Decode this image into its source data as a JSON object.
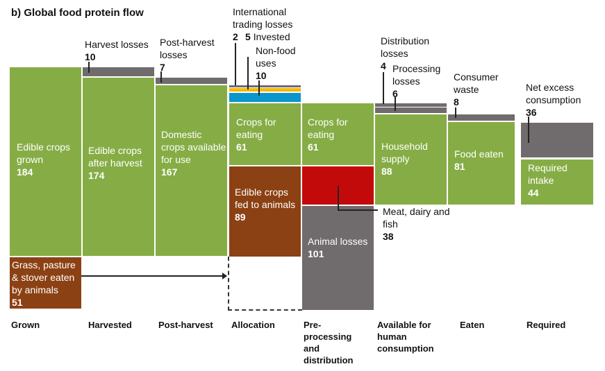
{
  "title": "b) Global food protein flow",
  "colors": {
    "edible": "#86ad45",
    "animal_feed": "#8b4113",
    "loss": "#706b6c",
    "meat": "#c30a0a",
    "invested": "#f5b80c",
    "non_food": "#0a95cd"
  },
  "stages": [
    "Grown",
    "Harvested",
    "Post-harvest",
    "Allocation",
    "Pre-processing and distribution",
    "Available for human consumption",
    "Eaten",
    "Required"
  ],
  "blocks": {
    "edible_grown": {
      "label": "Edible crops grown",
      "value": "184"
    },
    "grass": {
      "label": "Grass, pasture & stover eaten by animals",
      "value": "51"
    },
    "after_harvest": {
      "label": "Edible crops after harvest",
      "value": "174"
    },
    "harvest_losses": {
      "label": "Harvest losses",
      "value": "10"
    },
    "domestic": {
      "label": "Domestic crops available for use",
      "value": "167"
    },
    "post_harvest_losses": {
      "label": "Post-harvest losses",
      "value": "7"
    },
    "intl_losses": {
      "label": "International trading losses",
      "value": "2"
    },
    "invested": {
      "label": "Invested",
      "value": "5"
    },
    "non_food": {
      "label": "Non-food uses",
      "value": "10"
    },
    "crops_eating_alloc": {
      "label": "Crops for eating",
      "value": "61"
    },
    "fed_animals": {
      "label": "Edible crops fed to animals",
      "value": "89"
    },
    "crops_eating_pre": {
      "label": "Crops for eating",
      "value": "61"
    },
    "meat": {
      "label": "Meat, dairy and fish",
      "value": "38"
    },
    "animal_losses": {
      "label": "Animal losses",
      "value": "101"
    },
    "distribution_losses": {
      "label": "Distribution losses",
      "value": "4"
    },
    "processing_losses": {
      "label": "Processing losses",
      "value": "6"
    },
    "household": {
      "label": "Household supply",
      "value": "88"
    },
    "consumer_waste": {
      "label": "Consumer waste",
      "value": "8"
    },
    "food_eaten": {
      "label": "Food eaten",
      "value": "81"
    },
    "net_excess": {
      "label": "Net excess consumption",
      "value": "36"
    },
    "required": {
      "label": "Required intake",
      "value": "44"
    }
  }
}
